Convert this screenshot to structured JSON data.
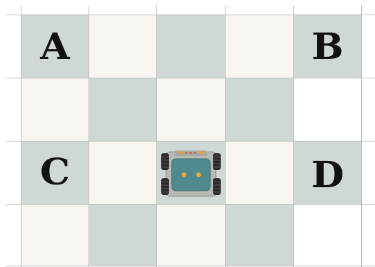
{
  "board": {
    "rows": 4,
    "cols": 5,
    "colors": {
      "gray": "#d0d8d5",
      "light": "#f8f5f0",
      "white": "#ffffff",
      "grid": "#b8bcbb"
    },
    "labels": {
      "A": "A",
      "B": "B",
      "C": "C",
      "D": "D"
    },
    "robot": {
      "icon": "robot-car-icon",
      "body_color": "#4f8a8f",
      "eye_color": "#e8a83a",
      "wheel_color": "#2a2a2a"
    }
  }
}
